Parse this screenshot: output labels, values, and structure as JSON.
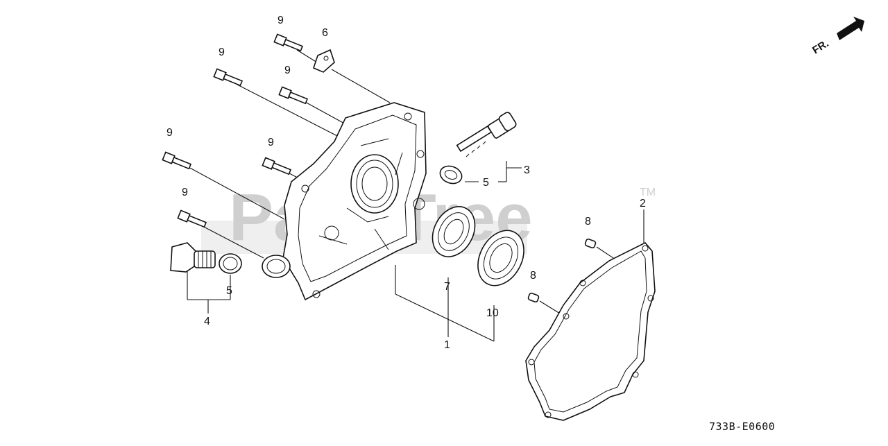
{
  "watermark": {
    "text": "PartsTree",
    "trademark": "TM"
  },
  "direction_label": "FR.",
  "diagram_code": "733B-E0600",
  "callouts": {
    "c9a": "9",
    "c6": "6",
    "c9b": "9",
    "c9c": "9",
    "c9d": "9",
    "c9e": "9",
    "c9f": "9",
    "c3": "3",
    "c5a": "5",
    "c5b": "5",
    "c4": "4",
    "c2": "2",
    "c8a": "8",
    "c8b": "8",
    "c7": "7",
    "c10": "10",
    "c1": "1"
  },
  "parts": [
    {
      "ref": "1",
      "part": "crankcase-cover"
    },
    {
      "ref": "2",
      "part": "gasket"
    },
    {
      "ref": "3",
      "part": "oil-filler-cap-dipstick"
    },
    {
      "ref": "4",
      "part": "oil-filler-plug"
    },
    {
      "ref": "5",
      "part": "o-ring"
    },
    {
      "ref": "6",
      "part": "bracket"
    },
    {
      "ref": "7",
      "part": "oil-seal"
    },
    {
      "ref": "8",
      "part": "dowel-pin"
    },
    {
      "ref": "9",
      "part": "flange-bolt"
    },
    {
      "ref": "10",
      "part": "ball-bearing"
    }
  ]
}
